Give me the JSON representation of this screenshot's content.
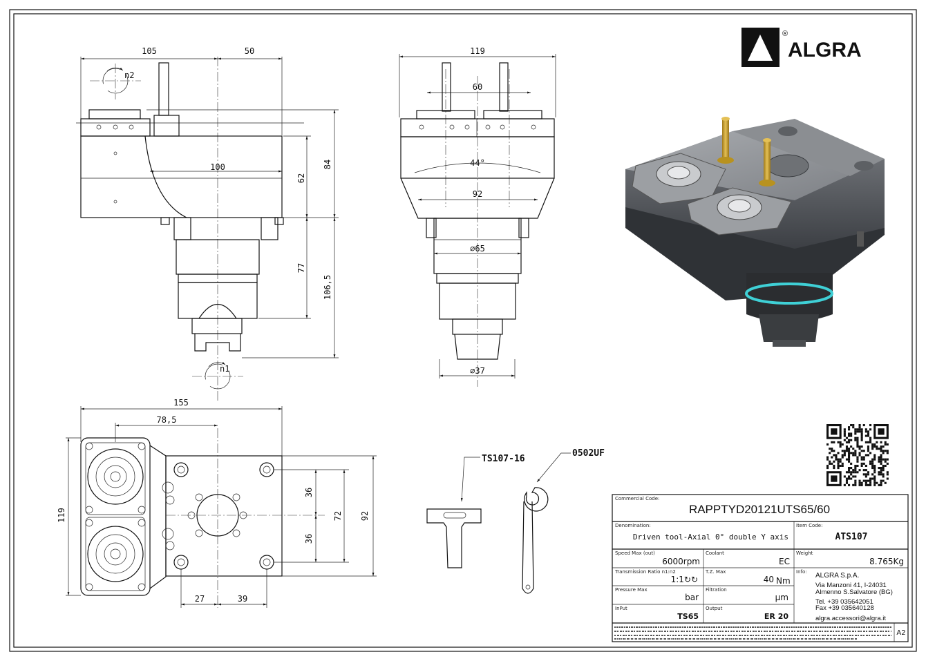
{
  "brand": {
    "name": "ALGRA",
    "registered": "®"
  },
  "front_view": {
    "dims": {
      "w_left": "105",
      "w_right": "50",
      "inner": "100",
      "h1": "62",
      "h2": "84",
      "h3": "77",
      "h4": "106,5"
    },
    "labels": {
      "n1": "n1",
      "n2": "n2"
    }
  },
  "side_view": {
    "dims": {
      "overall": "119",
      "spacing": "60",
      "angle": "44°",
      "base": "92",
      "dia_body": "⌀65",
      "dia_shank": "⌀37"
    }
  },
  "top_view": {
    "dims": {
      "overall": "155",
      "half": "78,5",
      "height": "119",
      "pitch_a": "36",
      "pitch_b": "36",
      "pattern": "72",
      "plate": "92",
      "off_a": "27",
      "off_b": "39"
    }
  },
  "accessories": {
    "key_code": "TS107-16",
    "wrench_code": "0502UF"
  },
  "title_block": {
    "commercial_code_label": "Commercial Code:",
    "commercial_code": "RAPPTYD20121UTS65/60",
    "denomination_label": "Denomination:",
    "denomination": "Driven tool-Axial 0° double Y axis",
    "item_code_label": "Item Code:",
    "item_code": "ATS107",
    "speed_label": "Speed Max (out)",
    "speed": "6000rpm",
    "coolant_label": "Coolant",
    "coolant": "EC",
    "weight_label": "Weight",
    "weight": "8.765Kg",
    "ratio_label": "Transmission Ratio n1:n2",
    "ratio": "1:1↻↻",
    "torque_label": "T.Z. Max",
    "torque": "40",
    "torque_unit": "Nm",
    "info_label": "Info:",
    "company": "ALGRA S.p.A.",
    "address1": "Via Manzoni 41, I-24031",
    "address2": "Almenno S.Salvatore (BG)",
    "tel": "Tel. +39 035642051",
    "fax": "Fax +39 035640128",
    "email": "algra.accessori@algra.it",
    "pressure_label": "Pressure Max",
    "pressure": "bar",
    "filtration_label": "Filtration",
    "filtration": "µm",
    "input_label": "InPut",
    "input": "TS65",
    "output_label": "Output",
    "output": "ER 20",
    "sheet": "A2"
  }
}
